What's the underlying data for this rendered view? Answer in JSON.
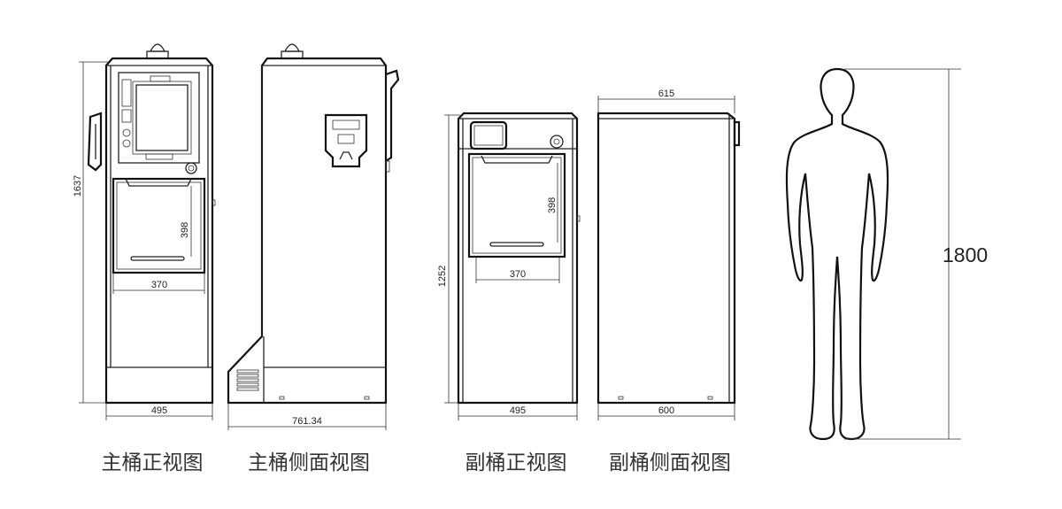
{
  "views": {
    "main_front": {
      "caption": "主桶正视图",
      "height": "1637",
      "width": "495",
      "opening_width": "370",
      "opening_height": "398"
    },
    "main_side": {
      "caption": "主桶侧面视图",
      "depth": "761.34"
    },
    "sub_front": {
      "caption": "副桶正视图",
      "height": "1252",
      "width": "495",
      "opening_width": "370",
      "opening_height": "398"
    },
    "sub_side": {
      "caption": "副桶侧面视图",
      "top_depth": "615",
      "depth": "600"
    }
  },
  "human_figure": {
    "height": "1800"
  }
}
